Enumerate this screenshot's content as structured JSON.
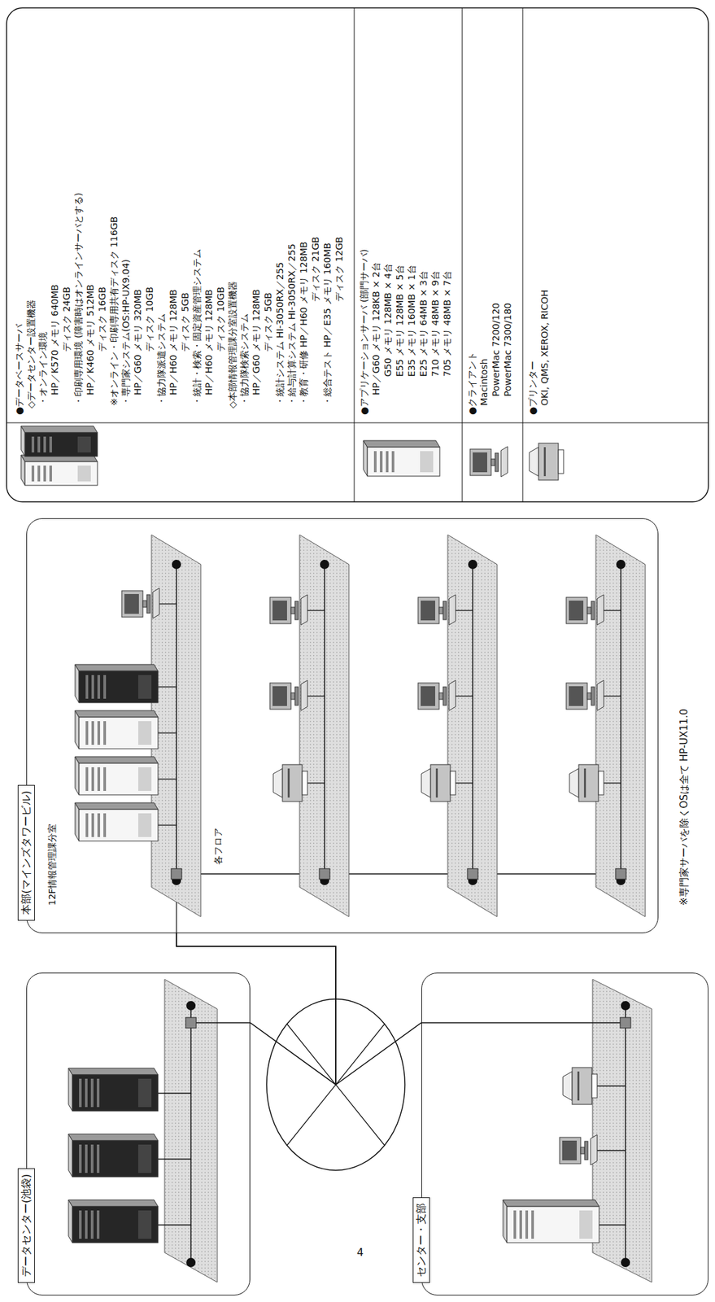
{
  "diagram": {
    "nodes": [
      {
        "text": [
          "データセンター(池袋)"
        ]
      },
      {
        "text": [
          "本部(マインズタワービル)"
        ]
      },
      {
        "text": [
          "センター・支部"
        ]
      },
      {
        "text": [
          "●データベースサーバ",
          "◇データセンター設置機器",
          "・オンライン環境",
          "HP／K570 メモリ 640MB",
          "ディスク 24GB",
          "・印刷専用環境 (障害時はオンラインサーバとする)",
          "HP／K460 メモリ 512MB",
          "ディスク 16GB",
          "※オンライン・印刷専用共有ディスク 116GB",
          "・専門家システム(OS:HP-UX9.04)",
          "HP／G60 メモリ 320MB",
          "ディスク 10GB",
          "・協力隊派遣システム",
          "HP／H60 メモリ 128MB",
          "ディスク 5GB",
          "・統計・検索・固定資産管理システム",
          "HP／H60 メモリ 128MB",
          "ディスク 10GB",
          "◇本部情報管理課分室設置機器",
          "・協力隊検索システム",
          "HP／G60 メモリ 128MB",
          "ディスク 5GB",
          "・統計システム HI-3050RX／255",
          "・給与計算システム HI-3050RX／255",
          "・教育・研修 HP／H60 メモリ 128MB",
          "ディスク 21GB",
          "・総合テスト HP／E35 メモリ 160MB",
          "ディスク 12GB"
        ]
      },
      {
        "text": [
          "●アプリケーションサーバ (部門サーバ)",
          "HP／G60 メモリ 128KB × 2台",
          "G50 メモリ 128MB × 4台",
          "E55 メモリ 128MB × 5台",
          "E35 メモリ 160MB × 1台",
          "E25 メモリ 64MB × 3台",
          "710 メモリ 48MB × 9台",
          "705 メモリ 48MB × 7台"
        ]
      },
      {
        "text": [
          "●クライアント",
          "Macintosh",
          "PowerMac 7200/120",
          "PowerMac 7300/180"
        ]
      },
      {
        "text": [
          "●プリンター",
          "OKI, QMS, XEROX, RICOH"
        ]
      }
    ],
    "edges": [
      {
        "from": 0,
        "to": 1,
        "arrow": "none"
      },
      {
        "from": 2,
        "to": 1,
        "arrow": "none"
      }
    ],
    "labels": [
      "12F情報管理課分室",
      "各フロア",
      "※専門家サーバを除くOSは全て HP-UX11.0",
      "4"
    ]
  }
}
